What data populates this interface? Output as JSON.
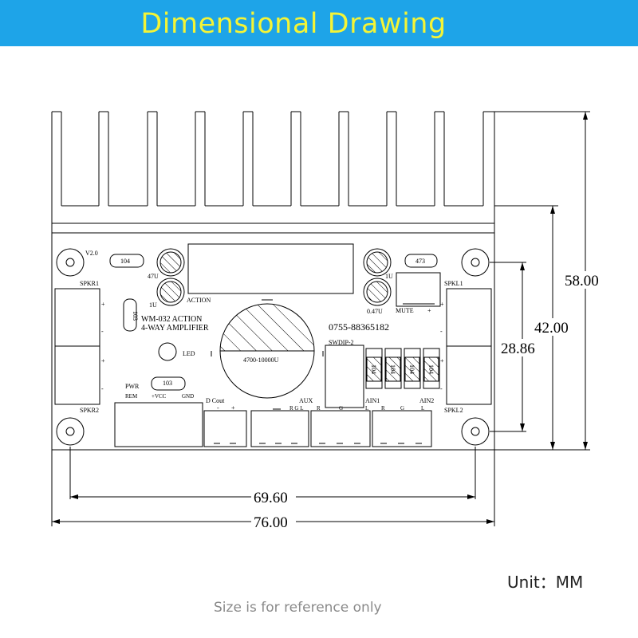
{
  "header": {
    "title": "Dimensional Drawing"
  },
  "dimensions": {
    "total_width": "76.00",
    "hole_spacing_width": "69.60",
    "total_height": "58.00",
    "board_height": "42.00",
    "hole_spacing_height": "28.86"
  },
  "board": {
    "model": "WM-032 ACTION",
    "description": "4-WAY AMPLIFIER",
    "phone": "0755-88365182",
    "cap_label": "4700-10000U",
    "version": "V2.0",
    "resistor_104": "104",
    "resistor_473": "473",
    "resistor_103_vertical": "103",
    "resistor_103": "103",
    "cap_47u": "47U",
    "cap_1u_left": "1U",
    "cap_1u_right": "1U",
    "cap_047u": "0.47U",
    "action": "ACTION",
    "mute": "MUTE",
    "led": "LED",
    "swdip": "SWDIP-2",
    "dip_values": [
      "104",
      "104",
      "104",
      "104"
    ],
    "spkr1": "SPKR1",
    "spkr2": "SPKR2",
    "spkl1": "SPKL1",
    "spkl2": "SPKL2",
    "plus": "+",
    "minus": "-",
    "pwr": "PWR",
    "rem": "REM",
    "vcc": "+VCC",
    "gnd": "GND",
    "dcout": "D Cout",
    "aux": "AUX",
    "rgl": "R G L",
    "ain1": "AIN1",
    "ain2": "AIN2",
    "r": "R",
    "g": "G",
    "l": "L"
  },
  "footer": {
    "unit": "Unit：MM",
    "note": "Size is for reference only"
  },
  "colors": {
    "banner": "#1ea4e8",
    "banner_text": "#f4f436"
  }
}
